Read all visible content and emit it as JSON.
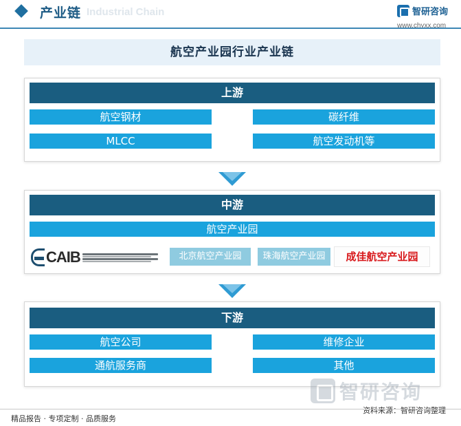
{
  "header": {
    "title": "产业链",
    "subtitle_en": "Industrial Chain",
    "logo_text": "智研咨询",
    "url": "www.chyxx.com"
  },
  "diagram": {
    "title": "航空产业园行业产业链",
    "upstream": {
      "label": "上游",
      "items": [
        "航空钢材",
        "碳纤维",
        "MLCC",
        "航空发动机等"
      ]
    },
    "midstream": {
      "label": "中游",
      "center": "航空产业园",
      "parks": {
        "caib_word": "CAIB",
        "caib_sub": "国家级陕西航空经济技术开发区 陕西国家航空高技术产业基地",
        "beijing": "北京航空产业园",
        "zhuhai": "珠海航空产业园",
        "chengjia": "成佳航空产业园"
      }
    },
    "downstream": {
      "label": "下游",
      "items": [
        "航空公司",
        "维修企业",
        "通航服务商",
        "其他"
      ]
    }
  },
  "footer": {
    "left": "精品报告 · 专项定制 · 品质服务",
    "source": "资料来源：智研咨询整理"
  },
  "watermark": "智研咨询",
  "colors": {
    "header_bar": "#1a5d80",
    "cell": "#1aa3dd",
    "badge": "#8fcbe0",
    "arrow": "#2f9bd3",
    "accent_red": "#d8181b"
  }
}
